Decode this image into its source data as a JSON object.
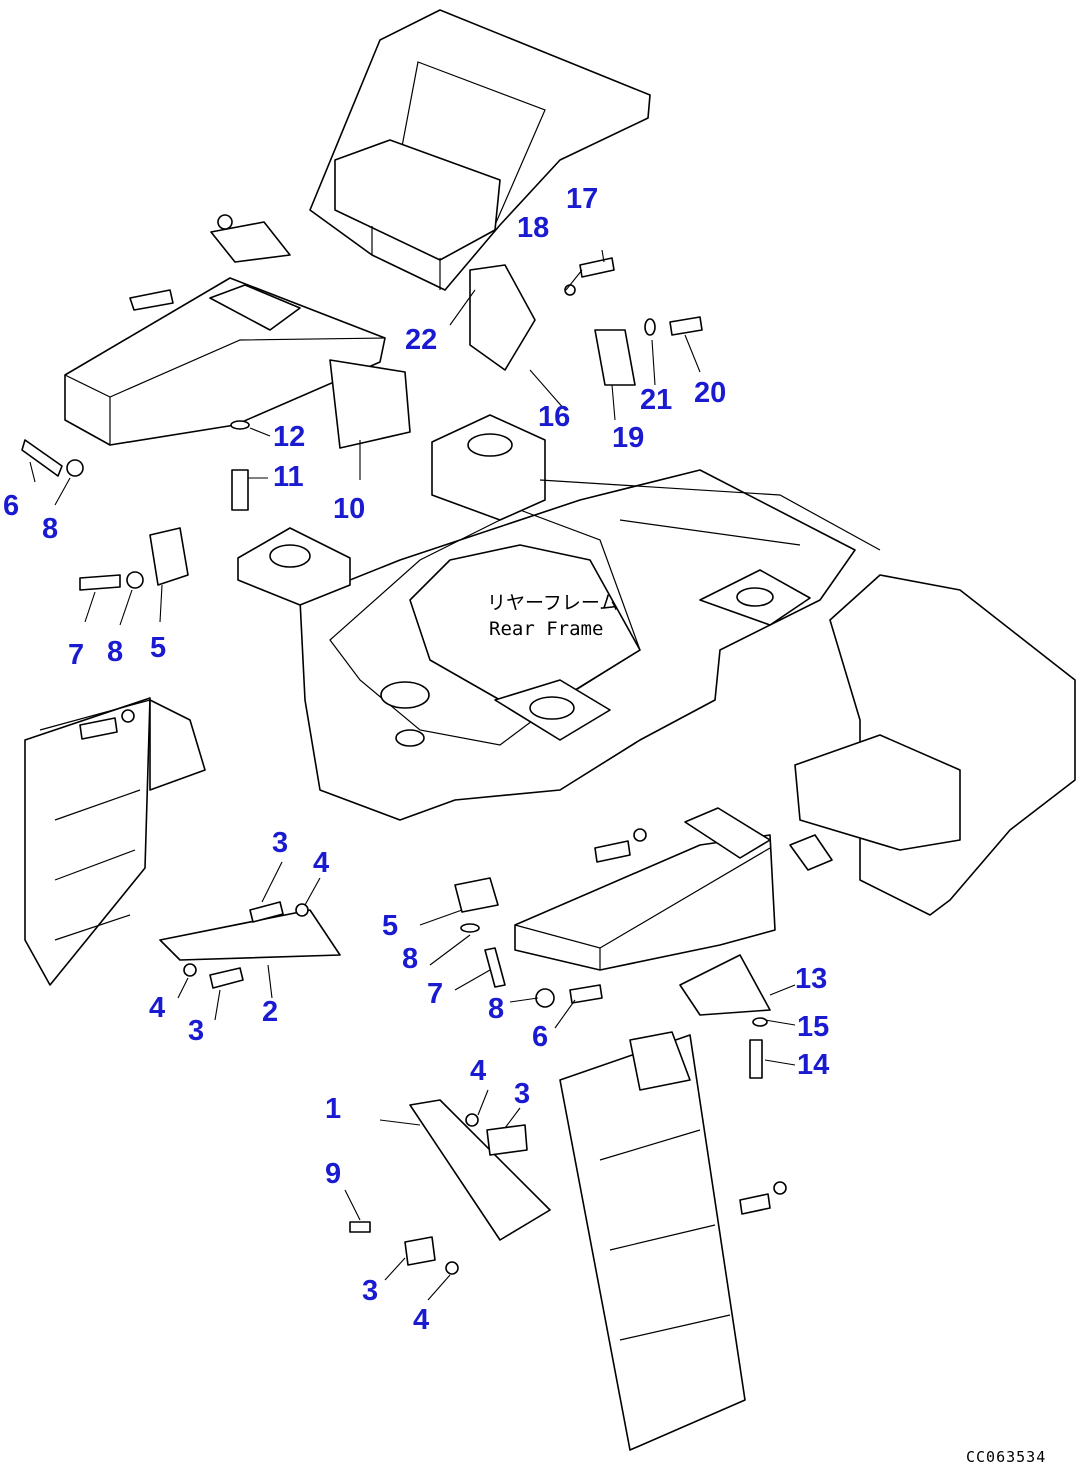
{
  "callouts": [
    "1",
    "2",
    "3",
    "4",
    "5",
    "6",
    "7",
    "8",
    "9",
    "10",
    "11",
    "12",
    "13",
    "14",
    "15",
    "16",
    "17",
    "18",
    "19",
    "20",
    "21",
    "22"
  ],
  "frame_label_jp": "リヤーフレーム",
  "frame_label_en": "Rear Frame",
  "drawing_code": "CC063534"
}
